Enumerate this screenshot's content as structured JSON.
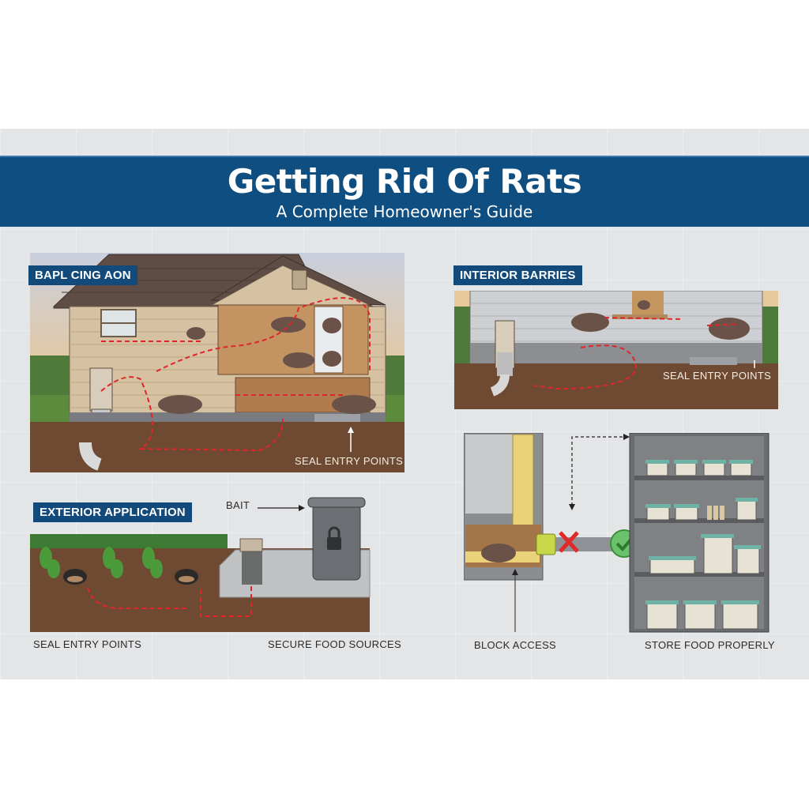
{
  "header": {
    "title": "Getting Rid Of Rats",
    "subtitle": "A Complete Homeowner's Guide"
  },
  "colors": {
    "banner": "#0f4e80",
    "tag": "#134a7c",
    "canvas": "#e4e5e7",
    "path_dashes": "#e0262b",
    "soil": "#6e4a32",
    "siding": "#d6c2a2",
    "lid_teal": "#6fb3a6",
    "check_green": "#5cb85c",
    "x_red": "#e02a2a"
  },
  "panels": {
    "baiting": {
      "tag": "BAPL CING AON",
      "caption": "SEAL ENTRY POINTS"
    },
    "interior": {
      "tag": "INTERIOR BARRIES",
      "caption": "SEAL ENTRY POINTS"
    },
    "exterior": {
      "tag": "EXTERIOR APPLICATION",
      "bait_label": "BAIT",
      "caption_left": "SEAL ENTRY POINTS",
      "caption_right": "SECURE FOOD SOURCES"
    },
    "storage": {
      "caption_left": "BLOCK ACCESS",
      "caption_right": "STORE FOOD PROPERLY"
    }
  }
}
